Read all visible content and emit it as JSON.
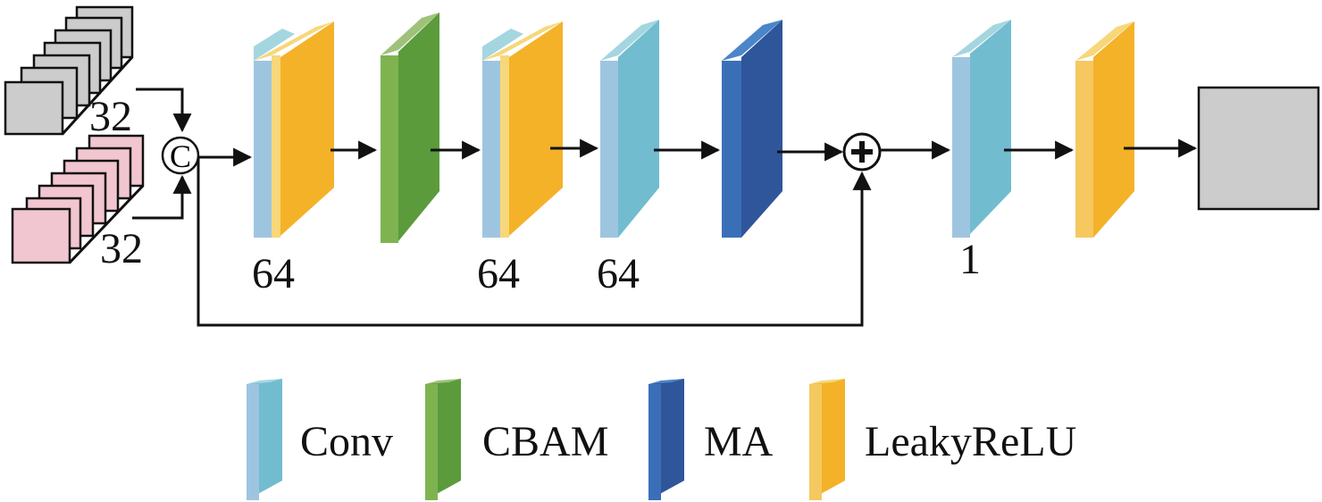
{
  "inputs": {
    "top_channels": "32",
    "bottom_channels": "32"
  },
  "concat": {
    "symbol": "C"
  },
  "blocks": [
    {
      "id": "b1",
      "type": "conv-leaky",
      "channels": "64"
    },
    {
      "id": "b2",
      "type": "cbam"
    },
    {
      "id": "b3",
      "type": "conv-leaky",
      "channels": "64"
    },
    {
      "id": "b4",
      "type": "conv",
      "channels": "64"
    },
    {
      "id": "b5",
      "type": "ma"
    },
    {
      "id": "b6",
      "type": "conv",
      "channels": "1"
    },
    {
      "id": "b7",
      "type": "leaky"
    }
  ],
  "add_symbol": "+",
  "legend": [
    {
      "key": "conv",
      "label": "Conv"
    },
    {
      "key": "cbam",
      "label": "CBAM"
    },
    {
      "key": "ma",
      "label": "MA"
    },
    {
      "key": "leaky",
      "label": "LeakyReLU"
    }
  ],
  "colors": {
    "conv": "#72bcd0",
    "conv_light": "#a4d6e0",
    "conv_side": "#9ec5e0",
    "cbam": "#5b9b3c",
    "cbam_light": "#9fc27a",
    "cbam_side": "#7fb350",
    "ma": "#2f559b",
    "ma_light": "#4a86c8",
    "ma_side": "#3a6fb8",
    "leaky": "#f4b228",
    "leaky_light": "#f7d77a",
    "leaky_side": "#f6c860",
    "gray": "#cccccc",
    "pink": "#f2c6d0"
  }
}
